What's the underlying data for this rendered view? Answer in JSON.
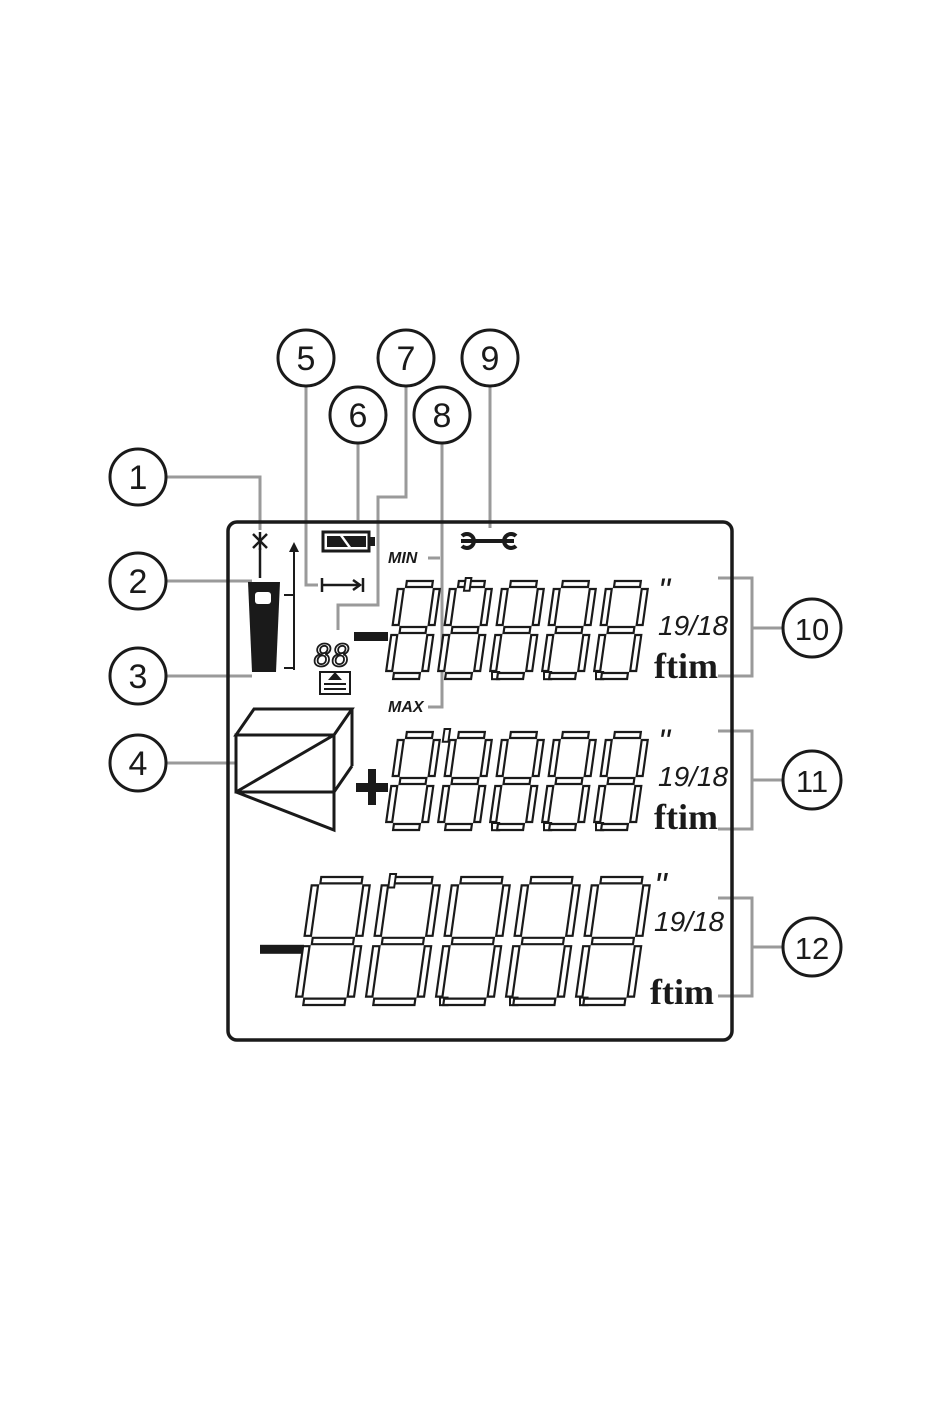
{
  "callouts": [
    {
      "id": "1",
      "label": "1"
    },
    {
      "id": "2",
      "label": "2"
    },
    {
      "id": "3",
      "label": "3"
    },
    {
      "id": "4",
      "label": "4"
    },
    {
      "id": "5",
      "label": "5"
    },
    {
      "id": "6",
      "label": "6"
    },
    {
      "id": "7",
      "label": "7"
    },
    {
      "id": "8",
      "label": "8"
    },
    {
      "id": "9",
      "label": "9"
    },
    {
      "id": "10",
      "label": "10"
    },
    {
      "id": "11",
      "label": "11"
    },
    {
      "id": "12",
      "label": "12"
    }
  ],
  "display": {
    "min_label": "MIN",
    "max_label": "MAX",
    "sub_digits": "88",
    "row1": {
      "sign": "−",
      "digits": "88888",
      "inch_mark": "\"",
      "fraction": "19/18",
      "unit": "ftim"
    },
    "row2": {
      "sign": "+",
      "digits": "88888",
      "inch_mark": "\"",
      "fraction": "19/18",
      "unit": "ftim"
    },
    "row3": {
      "sign": "−",
      "digits": "88888",
      "inch_mark": "\"",
      "fraction": "19/18",
      "unit": "ftim"
    }
  },
  "colors": {
    "line": "#1a1a1a",
    "leader": "#9a9a9a"
  }
}
